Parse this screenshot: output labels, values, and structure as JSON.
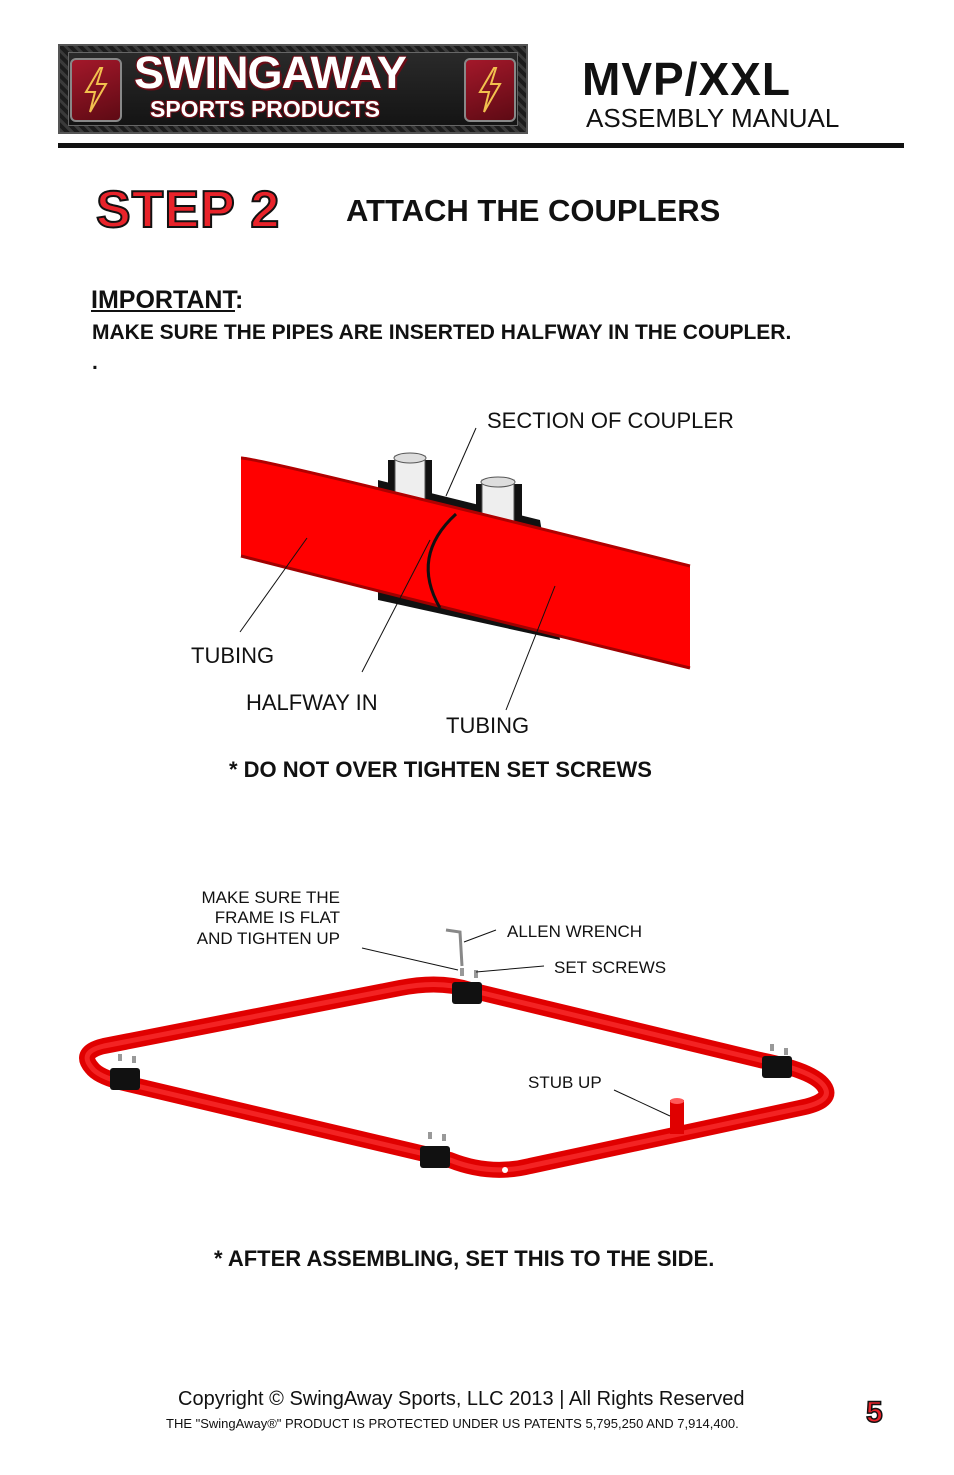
{
  "header": {
    "brand_name": "SWINGAWAY",
    "brand_sub": "SPORTS PRODUCTS",
    "model": "MVP/XXL",
    "manual": "ASSEMBLY MANUAL"
  },
  "step": {
    "label": "STEP 2",
    "title": "ATTACH THE COUPLERS"
  },
  "important": {
    "heading": "IMPORTANT",
    "colon": ":",
    "text": "MAKE SURE THE PIPES ARE INSERTED HALFWAY IN THE COUPLER.",
    "dot": "."
  },
  "diagram1": {
    "section_label": "SECTION OF COUPLER",
    "tubing_left": "TUBING",
    "halfway": "HALFWAY IN",
    "tubing_right": "TUBING",
    "note": "* DO NOT OVER TIGHTEN SET SCREWS"
  },
  "diagram2": {
    "frame_note": [
      "MAKE SURE THE",
      "FRAME IS FLAT",
      "AND TIGHTEN UP"
    ],
    "allen_wrench": "ALLEN WRENCH",
    "set_screws": "SET SCREWS",
    "stub_up": "STUB UP",
    "note": "* AFTER ASSEMBLING, SET THIS TO THE SIDE."
  },
  "footer": {
    "copyright": "Copyright © SwingAway Sports, LLC 2013 | All Rights Reserved",
    "patent": "THE \"SwingAway®\" PRODUCT IS PROTECTED UNDER US PATENTS 5,795,250 AND 7,914,400.",
    "page_number": "5"
  },
  "colors": {
    "accent_red": "#e8232a",
    "tube_red": "#ff0000",
    "dark": "#111111"
  }
}
